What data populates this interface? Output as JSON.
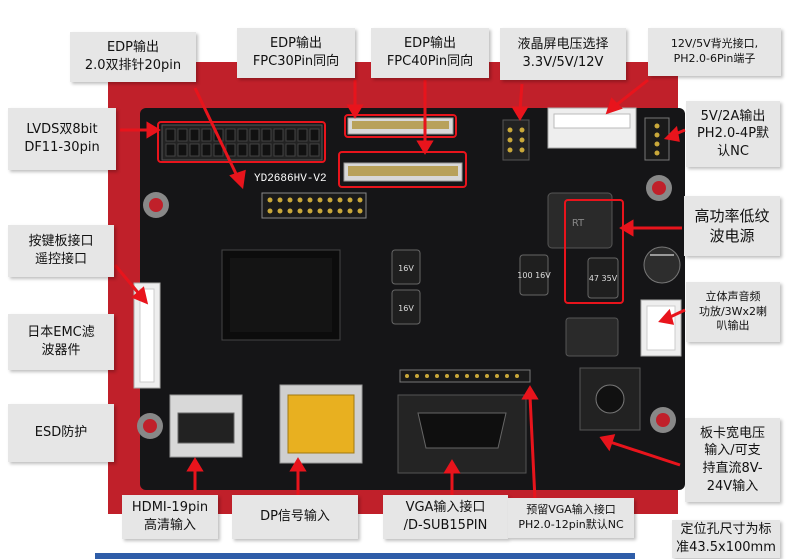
{
  "labels": {
    "edp20": "EDP输出\n2.0双排针20pin",
    "edp30": "EDP输出\nFPC30Pin同向",
    "edp40": "EDP输出\nFPC40Pin同向",
    "lcd_voltage": "液晶屏电压选择\n3.3V/5V/12V",
    "backlight": "12V/5V背光接口,\nPH2.0-6Pin端子",
    "lvds": "LVDS双8bit\nDF11-30pin",
    "out5v": "5V/2A输出\nPH2.0-4P默\n认NC",
    "power": "高功率低纹\n波电源",
    "keyboard": "按键板接口\n遥控接口",
    "audio": "立体声音频\n功放/3Wx2喇\n叭输出",
    "emc": "日本EMC滤\n波器件",
    "esd": "ESD防护",
    "dc_power": "板卡宽电压\n输入/可支\n持直流8V-\n24V输入",
    "hdmi": "HDMI-19pin\n高清输入",
    "dp": "DP信号输入",
    "vga": "VGA输入接口\n/D-SUB15PIN",
    "vga_reserved": "预留VGA输入接口\nPH2.0-12pin默认NC",
    "mount": "定位孔尺寸为标\n准43.5x100mm"
  },
  "board": {
    "model": "YD2686HV-V2",
    "cap_labels": [
      "16V",
      "16V",
      "100\n16V",
      "47\n35V"
    ],
    "inductor_label": "RT"
  },
  "colors": {
    "arrow": "#e8141c",
    "pcb": "#151517",
    "background_red": "#c0202a",
    "callout_bg": "#e6e6e6",
    "connector_white": "#eeeeee",
    "dp_yellow": "#e8b020"
  }
}
